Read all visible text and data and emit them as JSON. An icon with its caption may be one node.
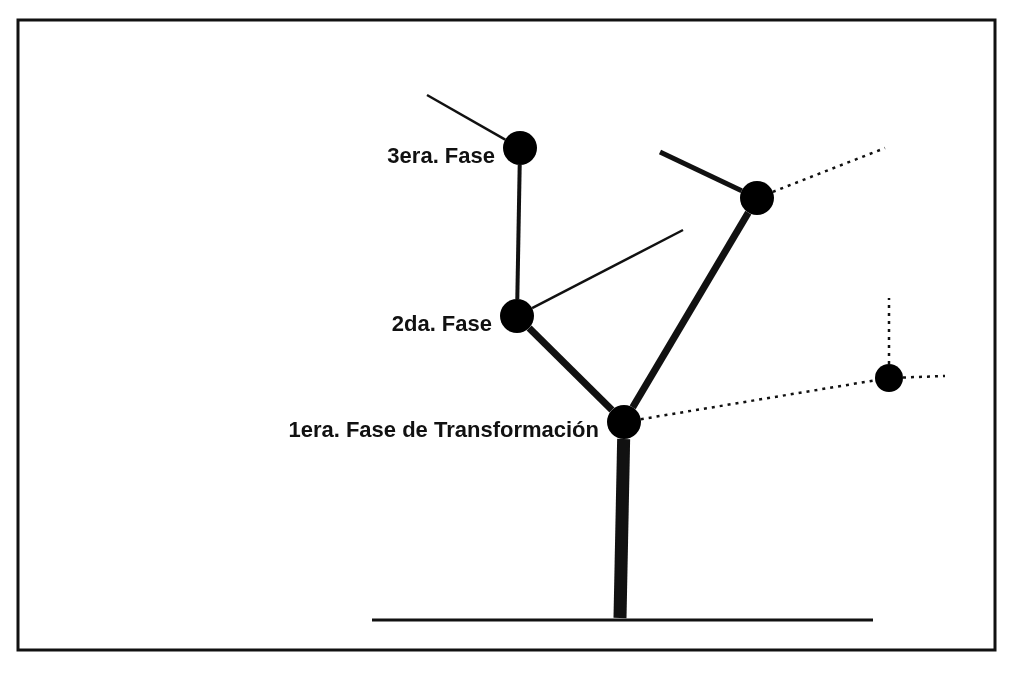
{
  "diagram": {
    "nodes": [
      {
        "text": [],
        "shape": "circle",
        "beside": [
          "3era. Fase"
        ]
      },
      {
        "text": [],
        "shape": "circle"
      },
      {
        "text": [],
        "shape": "circle",
        "beside": [
          "2da. Fase"
        ]
      },
      {
        "text": [],
        "shape": "circle"
      },
      {
        "text": [],
        "shape": "circle",
        "beside": [
          "1era. Fase de Transformación"
        ]
      }
    ],
    "edges": [
      {
        "from": null,
        "to": 4,
        "arrow": "none",
        "style": "thick"
      },
      {
        "from": 4,
        "to": 2,
        "arrow": "none",
        "style": "thick"
      },
      {
        "from": 4,
        "to": 1,
        "arrow": "none",
        "style": "thick"
      },
      {
        "from": 2,
        "to": 0,
        "arrow": "none"
      },
      {
        "from": 0,
        "to": null,
        "arrow": "none"
      },
      {
        "from": 2,
        "to": null,
        "arrow": "none"
      },
      {
        "from": 1,
        "to": null,
        "arrow": "none",
        "style": "thick"
      },
      {
        "from": 1,
        "to": null,
        "arrow": "none",
        "style": "dashed"
      },
      {
        "from": 4,
        "to": 3,
        "arrow": "none",
        "style": "dashed"
      },
      {
        "from": 3,
        "to": null,
        "arrow": "none",
        "style": "dashed"
      },
      {
        "from": 3,
        "to": null,
        "arrow": "none",
        "style": "dashed"
      }
    ]
  }
}
